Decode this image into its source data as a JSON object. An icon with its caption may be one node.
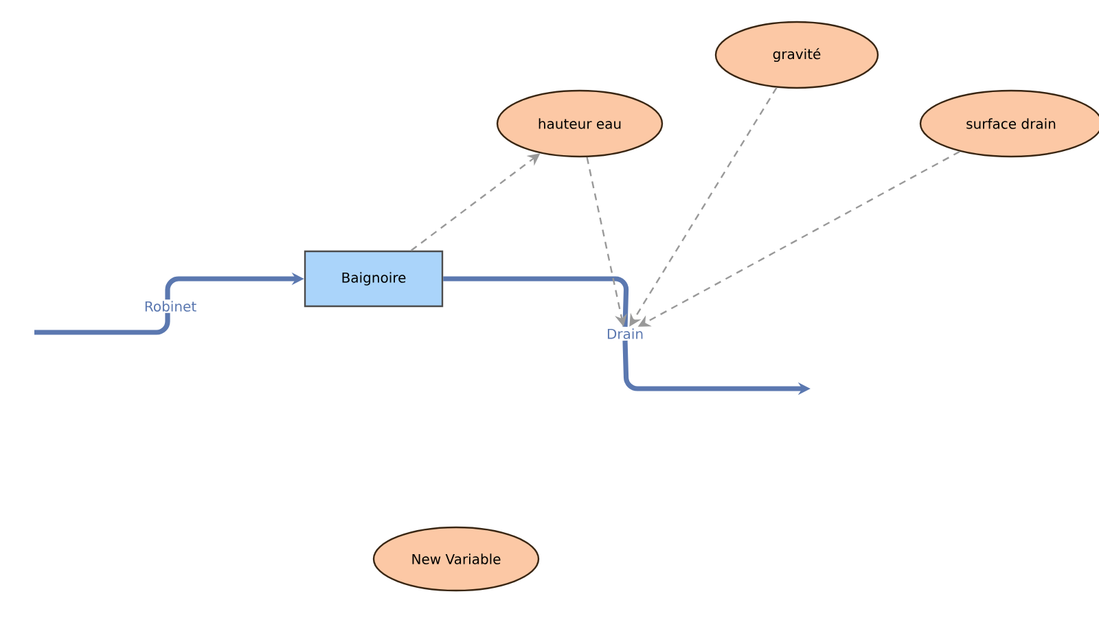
{
  "diagram": {
    "nodes": [
      {
        "text": [
          "gravité"
        ]
      },
      {
        "text": [
          "hauteur eau"
        ]
      },
      {
        "text": [
          "surface drain"
        ]
      },
      {
        "text": [
          "Baignoire"
        ]
      },
      {
        "text": [
          "Drain"
        ]
      },
      {
        "text": [
          "New Variable"
        ]
      }
    ],
    "edges": [
      {
        "from": null,
        "to": 3,
        "arrow": "to",
        "label": "Robinet",
        "style": "thick",
        "color": "#5b78b0"
      },
      {
        "from": 3,
        "to": 4,
        "arrow": "none",
        "style": "thick",
        "color": "#5b78b0"
      },
      {
        "from": 4,
        "to": null,
        "arrow": "to",
        "style": "thick",
        "color": "#5b78b0"
      },
      {
        "from": 3,
        "to": 1,
        "arrow": "to",
        "style": "dashed"
      },
      {
        "from": 1,
        "to": 4,
        "arrow": "to",
        "style": "dashed"
      },
      {
        "from": 0,
        "to": 4,
        "arrow": "to",
        "style": "dashed"
      },
      {
        "from": 2,
        "to": 4,
        "arrow": "to",
        "style": "dashed"
      }
    ]
  }
}
